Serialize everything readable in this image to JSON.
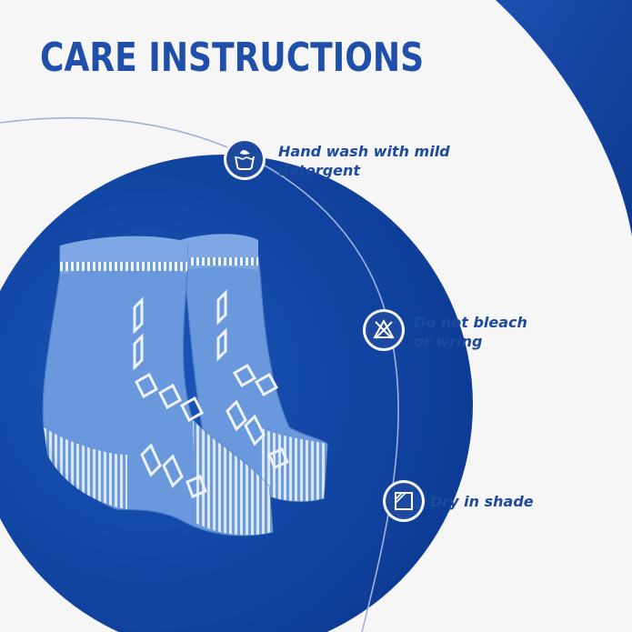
{
  "title": "CARE INSTRUCTIONS",
  "instructions": [
    {
      "icon": "hand-wash-icon",
      "lines": [
        "Hand wash with mild",
        "detergent"
      ]
    },
    {
      "icon": "no-bleach-icon",
      "lines": [
        "Do not bleach",
        "or wring"
      ]
    },
    {
      "icon": "dry-in-shade-icon",
      "lines": [
        "Dry in shade"
      ]
    }
  ],
  "colors": {
    "brand_blue": "#1d4aa0",
    "deep_blue": "#0f3f96",
    "product_blue": "#6a98dc",
    "background": "#f6f6f7"
  }
}
